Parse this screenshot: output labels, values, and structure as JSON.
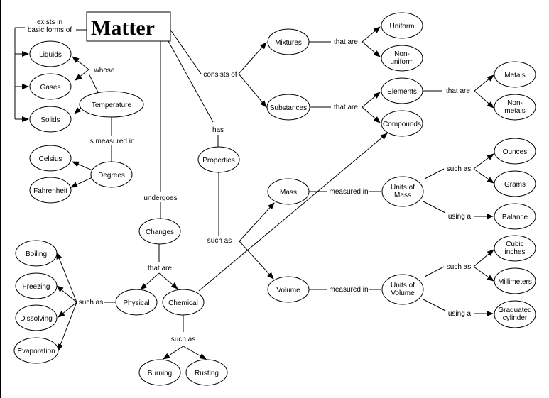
{
  "title": "Matter",
  "nodes": {
    "liquids": "Liquids",
    "gases": "Gases",
    "solids": "Solids",
    "temperature": "Temperature",
    "celsius": "Celsius",
    "fahrenheit": "Fahrenheit",
    "degrees": "Degrees",
    "mixtures": "Mixtures",
    "substances": "Substances",
    "uniform": "Uniform",
    "non_uniform_1": "Non-",
    "non_uniform_2": "uniform",
    "elements": "Elements",
    "compounds": "Compounds",
    "metals": "Metals",
    "nonmetals_1": "Non-",
    "nonmetals_2": "metals",
    "properties": "Properties",
    "mass": "Mass",
    "volume": "Volume",
    "units_mass_1": "Units of",
    "units_mass_2": "Mass",
    "units_volume_1": "Units of",
    "units_volume_2": "Volume",
    "ounces": "Ounces",
    "grams": "Grams",
    "balance": "Balance",
    "cubic_inches_1": "Cubic",
    "cubic_inches_2": "inches",
    "millimeters": "Millimeters",
    "graduated_1": "Graduated",
    "graduated_2": "cylinder",
    "changes": "Changes",
    "physical": "Physical",
    "chemical": "Chemical",
    "boiling": "Boiling",
    "freezing": "Freezing",
    "dissolving": "Dissolving",
    "evaporation": "Evaporation",
    "burning": "Burning",
    "rusting": "Rusting"
  },
  "links": {
    "exists_1": "exists in",
    "exists_2": "basic forms of",
    "whose": "whose",
    "is_measured_in": "is measured in",
    "consists_of": "consists of",
    "that_are_mix": "that are",
    "that_are_sub": "that are",
    "that_are_elem": "that are",
    "has": "has",
    "undergoes": "undergoes",
    "that_are_changes": "that are",
    "such_as_physical": "such as",
    "such_as_chemical": "such as",
    "such_as_props": "such as",
    "measured_in_mass": "measured in",
    "measured_in_volume": "measured in",
    "such_as_mass": "such as",
    "using_a_mass": "using a",
    "such_as_volume": "such as",
    "using_a_volume": "using a"
  }
}
